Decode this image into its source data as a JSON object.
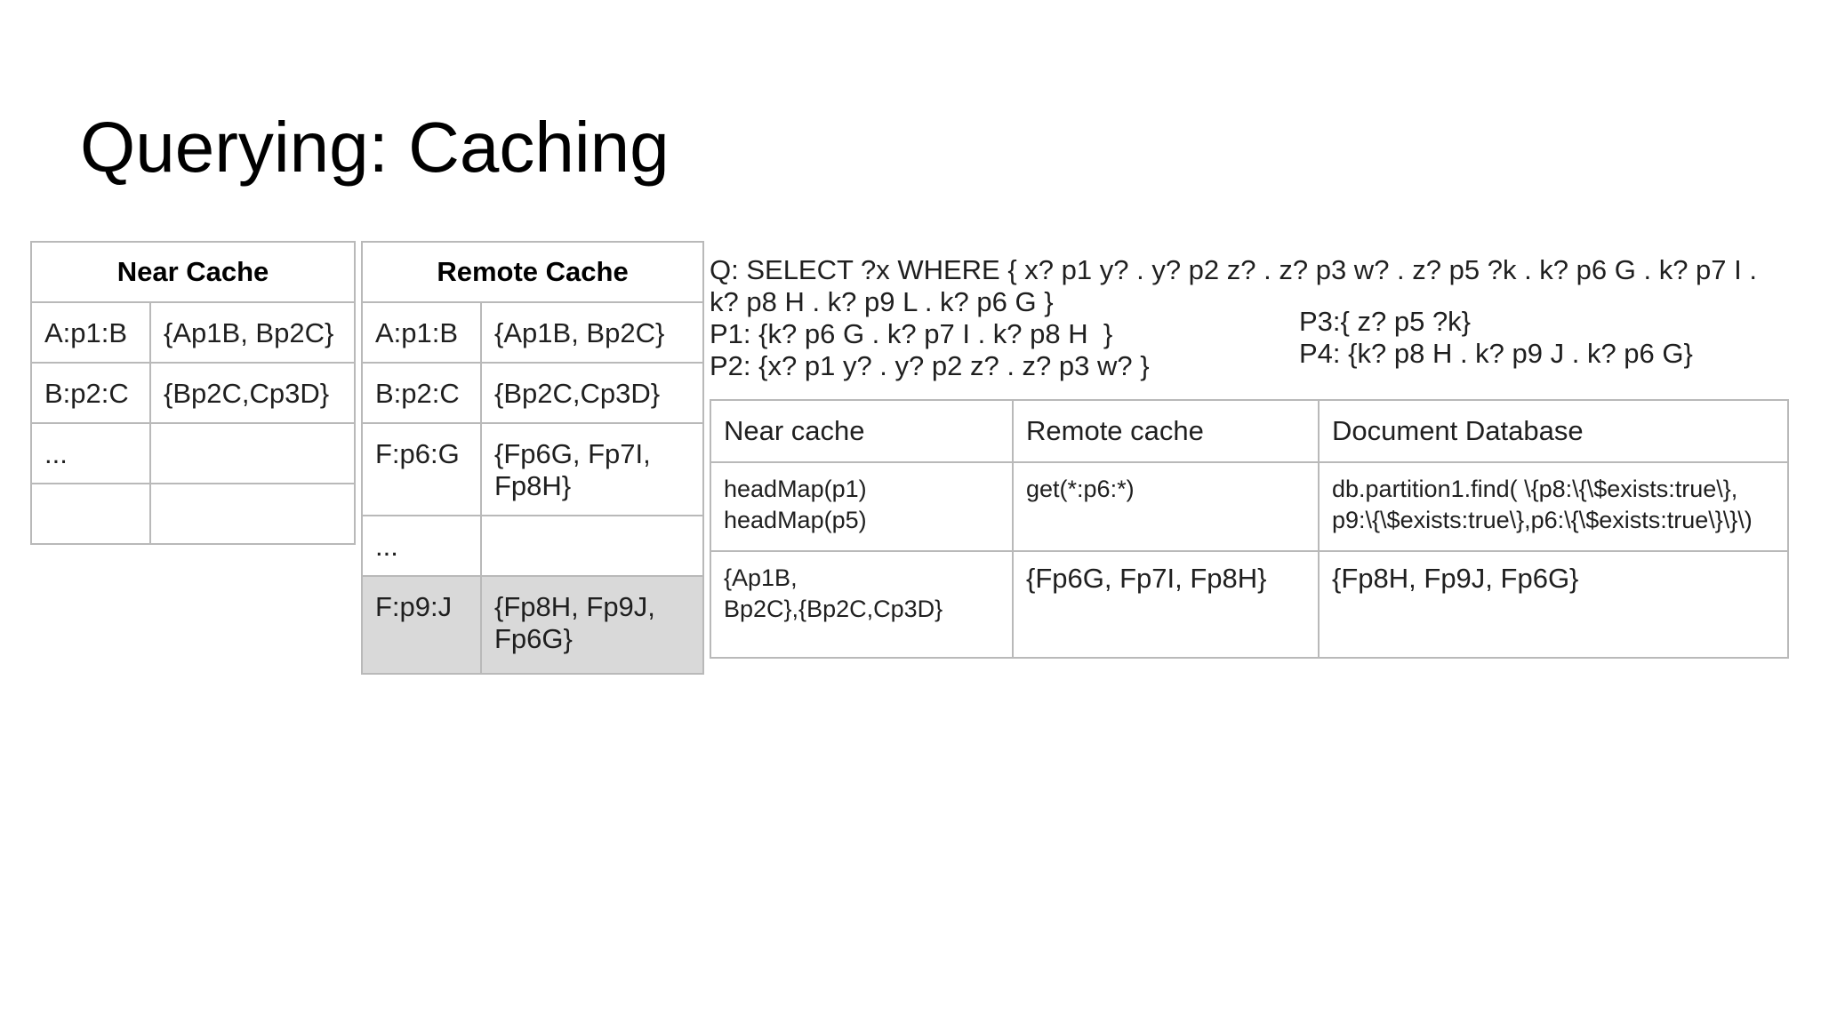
{
  "slide": {
    "title": "Querying: Caching"
  },
  "near_cache": {
    "header": "Near Cache",
    "rows": [
      [
        "A:p1:B",
        "{Ap1B, Bp2C}"
      ],
      [
        "B:p2:C",
        "{Bp2C,Cp3D}"
      ],
      [
        "...",
        ""
      ],
      [
        "",
        ""
      ]
    ]
  },
  "remote_cache": {
    "header": "Remote Cache",
    "rows": [
      [
        "A:p1:B",
        "{Ap1B, Bp2C}"
      ],
      [
        "B:p2:C",
        "{Bp2C,Cp3D}"
      ],
      [
        "F:p6:G",
        "{Fp6G, Fp7I, Fp8H}"
      ],
      [
        "...",
        ""
      ],
      [
        "F:p9:J",
        "{Fp8H, Fp9J, Fp6G}"
      ]
    ]
  },
  "query": {
    "q": "Q: SELECT ?x WHERE { x? p1 y? . y? p2 z? . z? p3 w? . z? p5 ?k . k? p6 G . k? p7 I . k? p8 H . k? p9 L . k? p6 G }",
    "p1": "P1: {k? p6 G . k? p7 I . k? p8 H  }",
    "p2": "P2: {x? p1 y? . y? p2 z? . z? p3 w? }",
    "p3": "P3:{ z? p5 ?k}",
    "p4": "P4: {k? p8 H . k? p9 J . k? p6 G}"
  },
  "results": {
    "headers": [
      "Near cache",
      "Remote cache",
      "Document Database"
    ],
    "rows": [
      [
        "headMap(p1)\nheadMap(p5)",
        "get(*:p6:*)",
        "db.partition1.find( \\{p8:\\{\\$exists:true\\},\np9:\\{\\$exists:true\\},p6:\\{\\$exists:true\\}\\}\\)"
      ],
      [
        "{Ap1B,\nBp2C},{Bp2C,Cp3D}",
        "{Fp6G, Fp7I, Fp8H}",
        "{Fp8H, Fp9J, Fp6G}"
      ]
    ]
  }
}
